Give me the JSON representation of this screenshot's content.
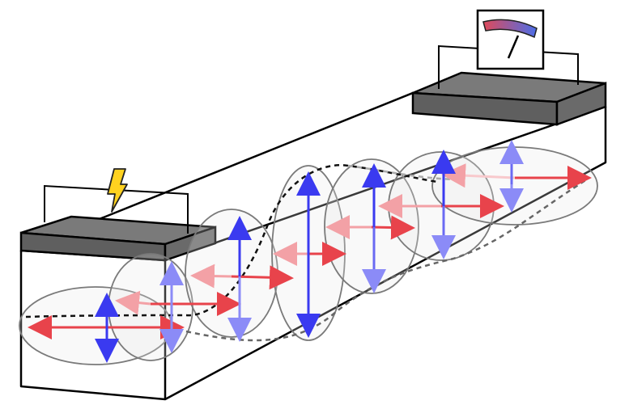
{
  "diagram": {
    "kind": "illustration",
    "text_labels": [],
    "icons": {
      "source": "lightning-bolt",
      "detector": "analog-meter"
    },
    "colors": {
      "background": "#ffffff",
      "outline": "#000000",
      "electrode": "#6a6a6a",
      "ellipse_outline": "#7a7a7a",
      "red_arrow": "#e8434b",
      "blue_arrow": "#3a3af0",
      "dashed_curve_dark": "#111111",
      "dashed_curve_light": "#999999",
      "bolt_fill": "#ffd21f",
      "meter_gradient_left": "#e04a5a",
      "meter_gradient_right": "#4b6ee8"
    }
  }
}
